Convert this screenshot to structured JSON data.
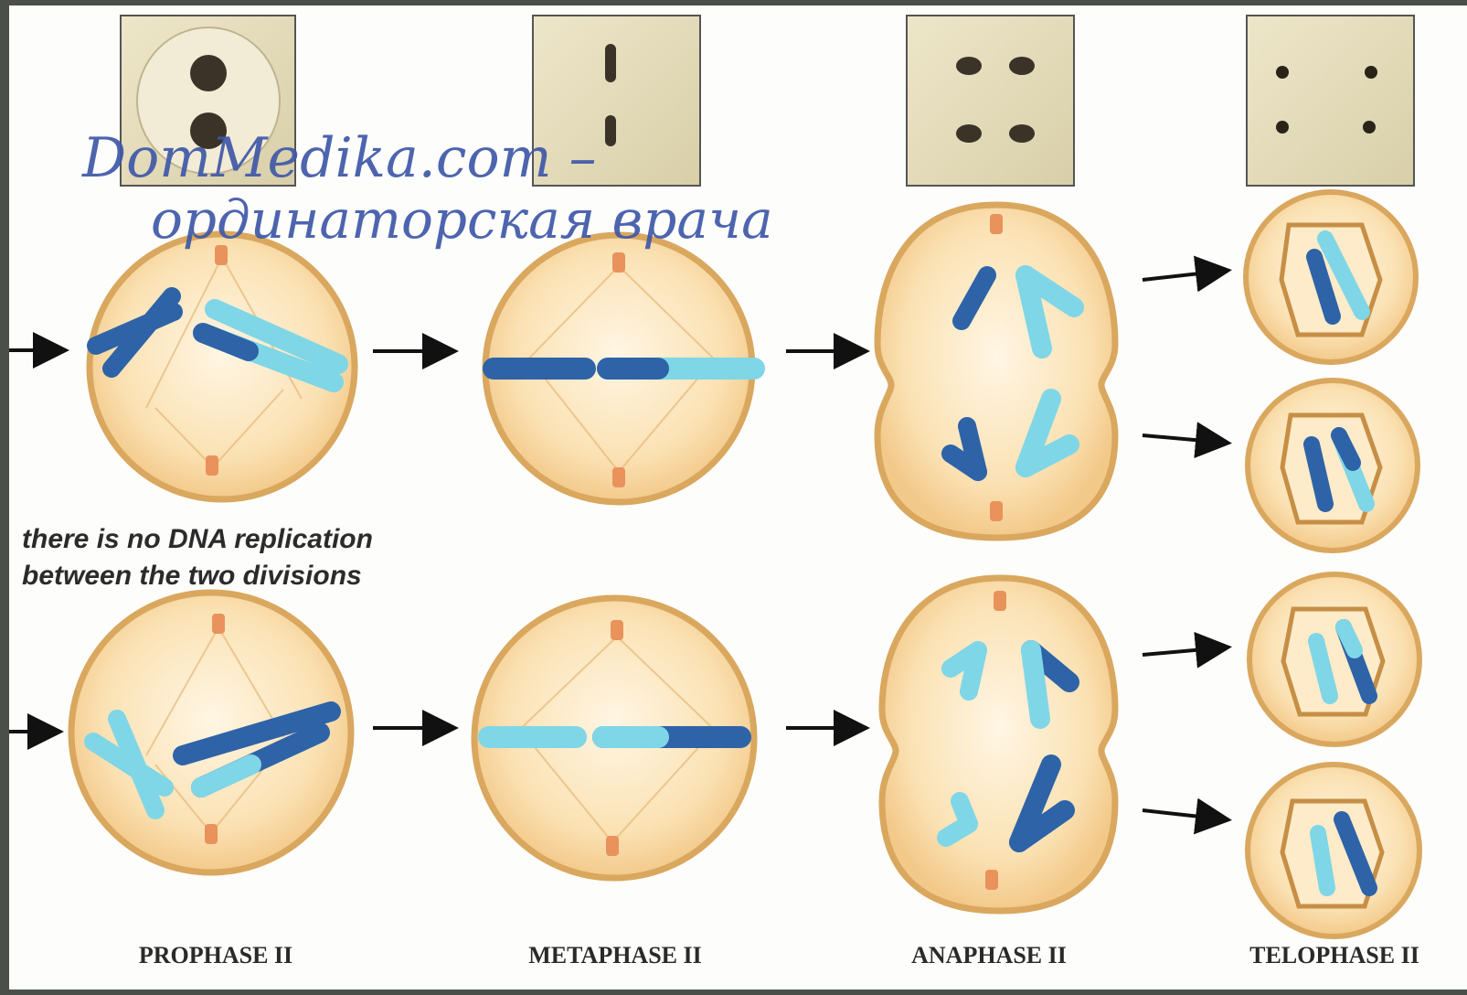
{
  "watermark": {
    "line1": "DomMedika.com –",
    "line2": "ординаторская врача"
  },
  "note": {
    "line1": "there is no DNA replication",
    "line2": "between the two divisions"
  },
  "phases": [
    "PROPHASE II",
    "METAPHASE II",
    "ANAPHASE II",
    "TELOPHASE II"
  ],
  "colors": {
    "cell_fill": "#fbe1b3",
    "cell_rim": "#d9a75e",
    "chromosome_dark": "#2e63a8",
    "chromosome_light": "#7fd6e6",
    "centrosome": "#e9925c"
  }
}
